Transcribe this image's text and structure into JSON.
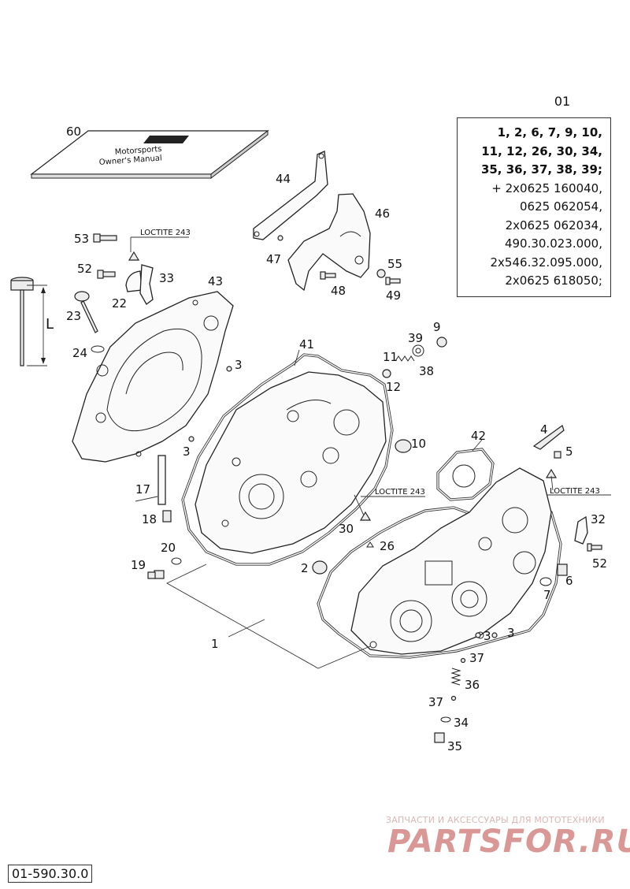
{
  "kit": {
    "id": "01",
    "lines": [
      "1, 2, 6, 7, 9, 10,",
      "11, 12, 26, 30, 34,",
      "35, 36, 37, 38, 39;",
      "+ 2x0625 160040,",
      "0625 062054,",
      "2x0625 062034,",
      "490.30.023.000,",
      "2x546.32.095.000,",
      "2x0625 618050;"
    ]
  },
  "manual": {
    "title_line1": "Motorsports",
    "title_line2": "Owner's Manual"
  },
  "loctite": "LOCTITE 243",
  "dimension_label": "L",
  "doc_code": "01-590.30.0",
  "watermark": {
    "tagline": "ЗАПЧАСТИ И АКСЕССУАРЫ ДЛЯ МОТОТЕХНИКИ",
    "brand": "PARTSFOR.RU"
  },
  "callouts": {
    "c60": "60",
    "c44": "44",
    "c46": "46",
    "c47": "47",
    "c48": "48",
    "c49": "49",
    "c55": "55",
    "c53": "53",
    "c52a": "52",
    "c22": "22",
    "c33": "33",
    "c43": "43",
    "c23": "23",
    "c24": "24",
    "c3a": "3",
    "c3b": "3",
    "c41": "41",
    "c39": "39",
    "c9": "9",
    "c11": "11",
    "c12": "12",
    "c38": "38",
    "c10": "10",
    "c17": "17",
    "c18": "18",
    "c20": "20",
    "c19": "19",
    "c1": "1",
    "c42": "42",
    "c4": "4",
    "c5": "5",
    "c30": "30",
    "c26": "26",
    "c2": "2",
    "c32": "32",
    "c52b": "52",
    "c6": "6",
    "c7": "7",
    "c3c": "3",
    "c3d": "3",
    "c37a": "37",
    "c36": "36",
    "c37b": "37",
    "c34": "34",
    "c35": "35"
  }
}
